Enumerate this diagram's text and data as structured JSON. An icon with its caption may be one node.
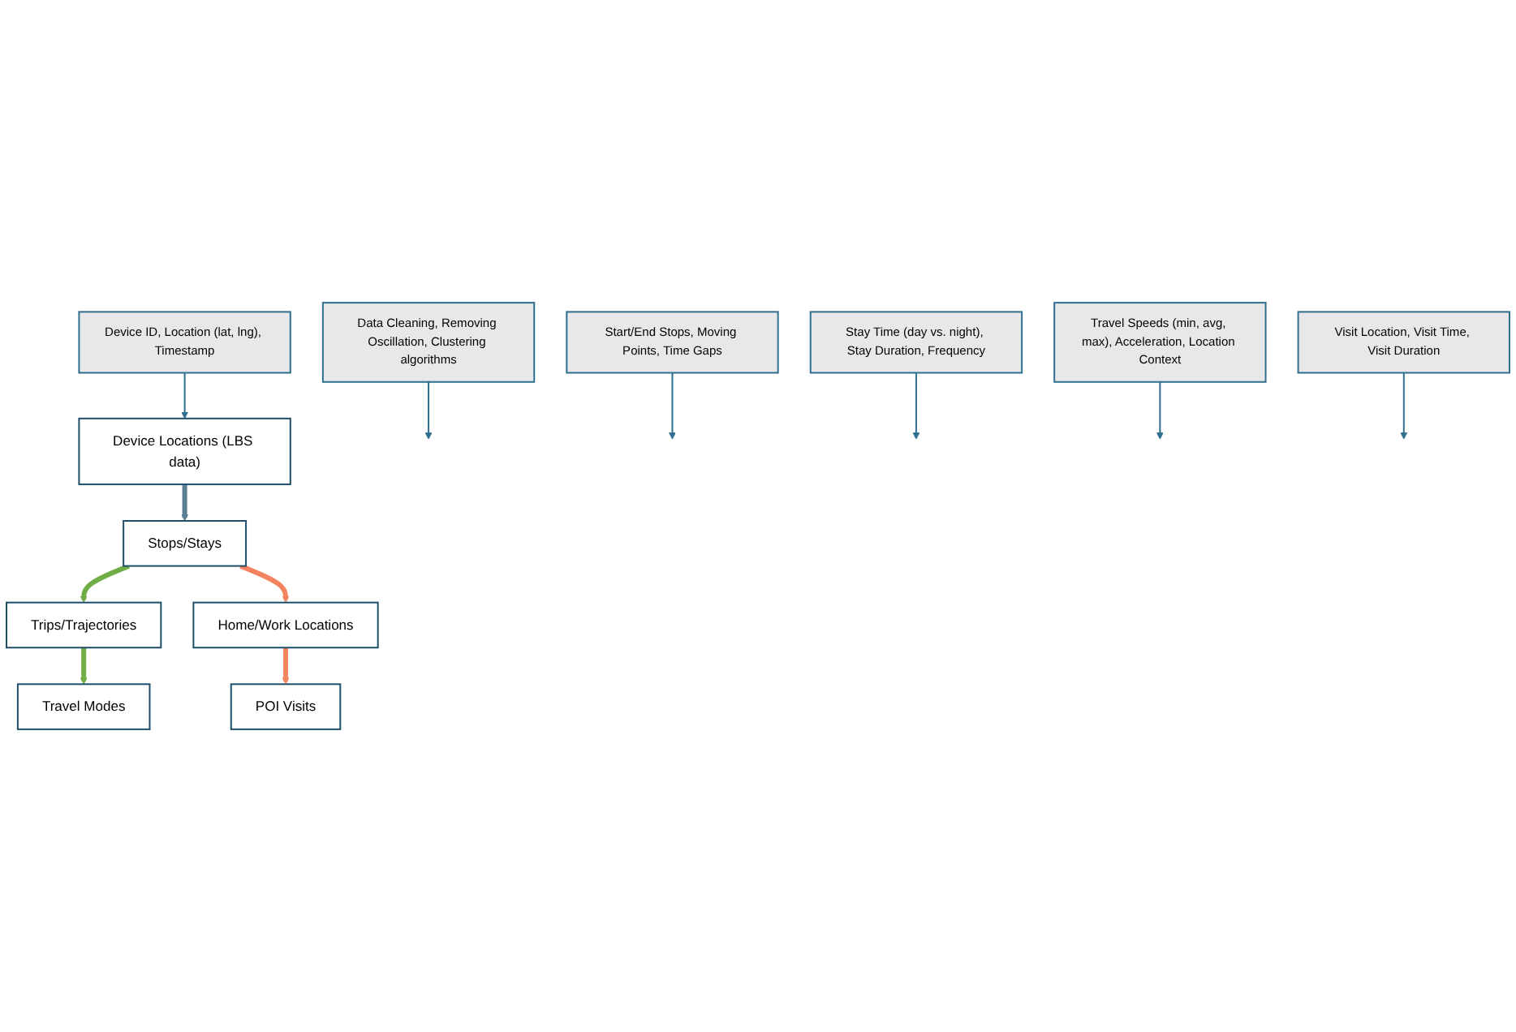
{
  "diagram": {
    "nodes": [
      {
        "text": [
          "Device Locations (LBS data)"
        ]
      },
      {
        "text": [
          "Device ID, Location (lat, lng), Timestamp"
        ]
      },
      {
        "text": [
          "Data Cleaning, Removing Oscillation, Clustering algorithms"
        ]
      },
      {
        "text": [
          "Stops/Stays"
        ]
      },
      {
        "text": [
          "Start/End Stops, Moving Points, Time Gaps"
        ]
      },
      {
        "text": [
          "Trips/Trajectories"
        ]
      },
      {
        "text": [
          "Stay Time (day vs. night), Stay Duration, Frequency"
        ]
      },
      {
        "text": [
          "Home/Work Locations"
        ]
      },
      {
        "text": [
          "Travel Speeds (min, avg, max), Acceleration, Location Context"
        ]
      },
      {
        "text": [
          "Travel Modes"
        ]
      },
      {
        "text": [
          "Visit Location, Visit Time, Visit Duration"
        ]
      },
      {
        "text": [
          "POI Visits"
        ]
      }
    ],
    "edges": [
      {
        "from": 1,
        "to": 0,
        "arrow": "to"
      },
      {
        "from": 0,
        "to": 3,
        "arrow": "to",
        "style": "thick",
        "color": "#5b7f95"
      },
      {
        "from": 2,
        "to": null,
        "arrow": "to"
      },
      {
        "from": 3,
        "to": 5,
        "arrow": "to",
        "style": "thick",
        "color": "#70ad47"
      },
      {
        "from": 3,
        "to": 7,
        "arrow": "to",
        "style": "thick",
        "color": "#f4845f"
      },
      {
        "from": 4,
        "to": null,
        "arrow": "to"
      },
      {
        "from": 6,
        "to": null,
        "arrow": "to"
      },
      {
        "from": 5,
        "to": 9,
        "arrow": "to",
        "style": "thick",
        "color": "#70ad47"
      },
      {
        "from": 7,
        "to": 11,
        "arrow": "to",
        "style": "thick",
        "color": "#f4845f"
      },
      {
        "from": 8,
        "to": null,
        "arrow": "to"
      },
      {
        "from": 10,
        "to": null,
        "arrow": "to"
      }
    ]
  }
}
